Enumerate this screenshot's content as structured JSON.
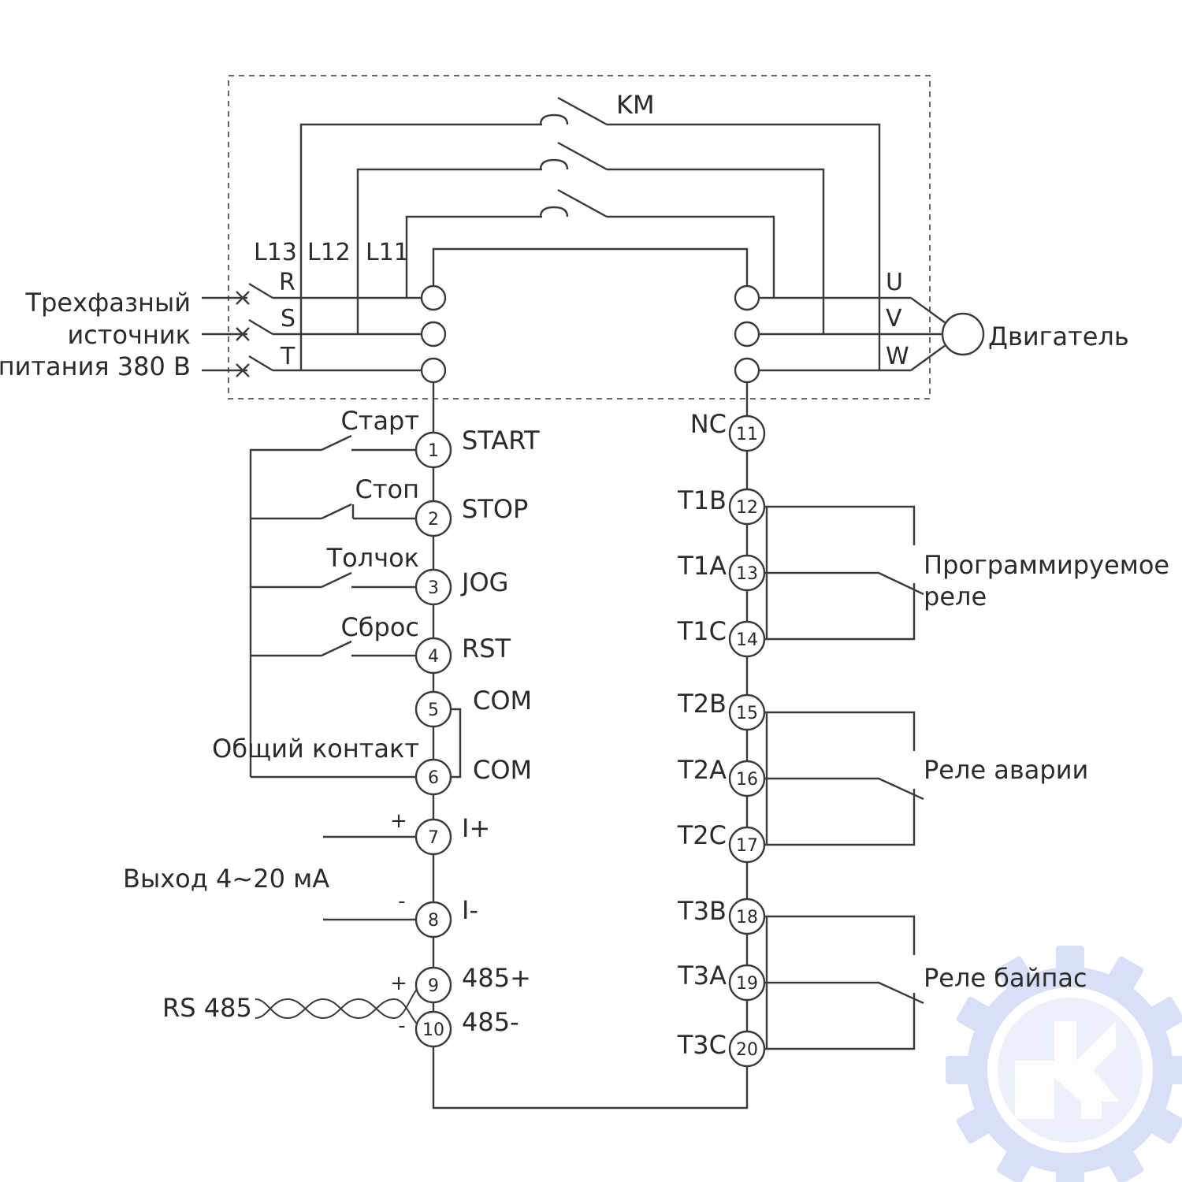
{
  "bypass": {
    "km_label": "KM",
    "lines": [
      "L13",
      "L12",
      "L11"
    ],
    "inputs": [
      "R",
      "S",
      "T"
    ],
    "outputs": [
      "U",
      "V",
      "W"
    ]
  },
  "supply": {
    "label_line1": "Трехфазный",
    "label_line2": "источник",
    "label_line3": "питания 380 В"
  },
  "motor": {
    "label": "Двигатель"
  },
  "left_terminals": [
    {
      "num": "1",
      "name": "START",
      "button": "Старт"
    },
    {
      "num": "2",
      "name": "STOP",
      "button": "Стоп"
    },
    {
      "num": "3",
      "name": "JOG",
      "button": "Толчок"
    },
    {
      "num": "4",
      "name": "RST",
      "button": "Сброс"
    },
    {
      "num": "5",
      "name": "COM"
    },
    {
      "num": "6",
      "name": "COM",
      "button": "Общий контакт"
    },
    {
      "num": "7",
      "name": "I+",
      "sign": "+"
    },
    {
      "num": "8",
      "name": "I-",
      "sign": "-"
    },
    {
      "num": "9",
      "name": "485+",
      "sign": "+"
    },
    {
      "num": "10",
      "name": "485-",
      "sign": "-"
    }
  ],
  "current_output": {
    "label": "Выход 4~20 мА"
  },
  "rs485": {
    "label": "RS 485"
  },
  "right_terminals": [
    {
      "num": "11",
      "name": "NC"
    },
    {
      "num": "12",
      "name": "T1B"
    },
    {
      "num": "13",
      "name": "T1A"
    },
    {
      "num": "14",
      "name": "T1C"
    },
    {
      "num": "15",
      "name": "T2B"
    },
    {
      "num": "16",
      "name": "T2A"
    },
    {
      "num": "17",
      "name": "T2C"
    },
    {
      "num": "18",
      "name": "T3B"
    },
    {
      "num": "19",
      "name": "T3A"
    },
    {
      "num": "20",
      "name": "T3C"
    }
  ],
  "relays": {
    "programmable_line1": "Программируемое",
    "programmable_line2": "реле",
    "alarm": "Реле аварии",
    "bypass": "Реле байпас"
  },
  "colors": {
    "line": "#3a3a3a",
    "text": "#2b2b2b",
    "watermark": "#c9d6f3"
  },
  "watermark_icon": "gear-logo-icon"
}
